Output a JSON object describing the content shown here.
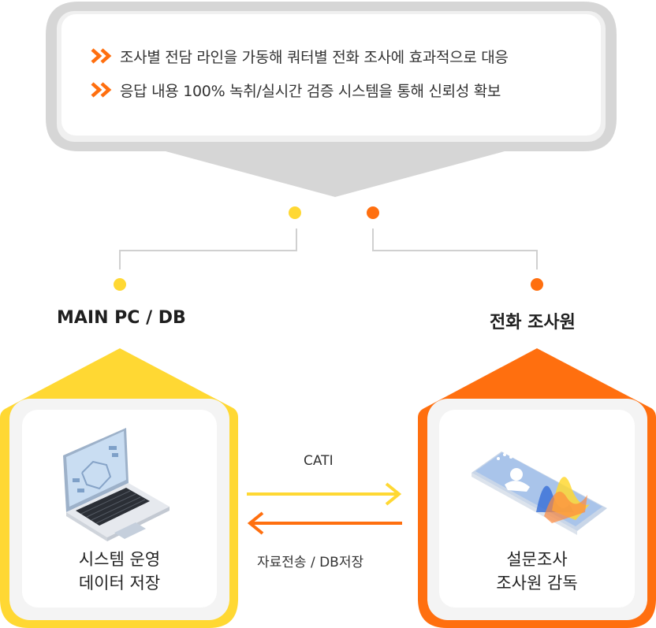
{
  "callout": {
    "bullets": [
      "조사별 전담 라인을 가동해 쿼터별 전화 조사에 효과적으로 대응",
      "응답 내용 100% 녹취/실시간 검증 시스템을 통해 신뢰성 확보"
    ]
  },
  "nodes": {
    "left": {
      "title": "MAIN PC / DB",
      "card_line1": "시스템 운영",
      "card_line2": "데이터 저장",
      "color": "#FFD833"
    },
    "right": {
      "title": "전화 조사원",
      "card_line1": "설문조사",
      "card_line2": "조사원 감독",
      "color": "#FF6F0F"
    }
  },
  "arrows": {
    "top_label": "CATI",
    "bottom_label": "자료전송 / DB저장"
  },
  "colors": {
    "yellow": "#FFD833",
    "orange": "#FF6F0F",
    "callout_border": "#D9D9D9"
  }
}
